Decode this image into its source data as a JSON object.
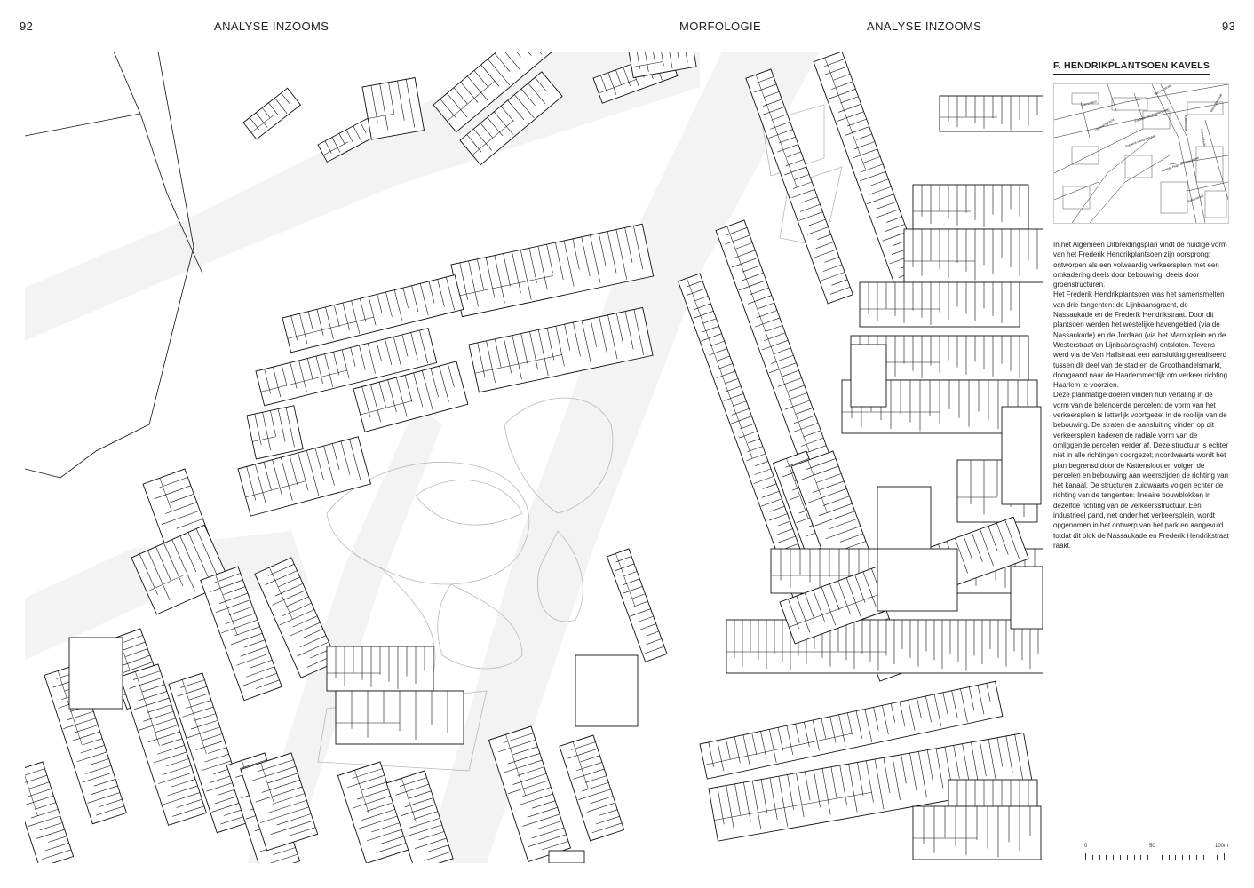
{
  "header": {
    "page_left": "92",
    "section_left": "ANALYSE INZOOMS",
    "center": "MORFOLOGIE",
    "section_right": "ANALYSE INZOOMS",
    "page_right": "93"
  },
  "sidebar": {
    "title": "F. HENDRIKPLANTSOEN KAVELS",
    "paragraphs": [
      "In het Algemeen Uitbreidingsplan vindt de huidige vorm van het Frederik Hendrikplantsoen zijn oorsprong: ontworpen als een volwaardig verkeersplein met een omkadering deels door bebouwing, deels door groenstructuren.",
      "Het Frederik Hendrikplantsoen was het samensmelten van drie tangenten: de Lijnbaansgracht, de Nassaukade en de Frederik Hendrikstraat. Door dit plantsoen werden het westelijke havengebied (via de Nassaukade) en de Jordaan (via het Marnixplein en de Westerstraat en Lijnbaansgracht) ontsloten. Tevens werd via de Van Hallstraat een aansluiting gerealiseerd tussen dit deel van de stad en de Groothandelsmarkt, doorgaand naar de Haarlemmerdijk om verkeer richting Haarlem te voorzien.",
      "Deze planmatige doelen vinden hun vertaling in de vorm van de belendende percelen: de vorm van het verkeersplein is letterlijk voortgezet in de rooilijn van de bebouwing. De straten die aansluiting vinden op dit verkeersplein kaderen de radiale vorm van de omliggende percelen verder af. Deze structuur is echter niet in alle richtingen doorgezet; noordwaarts wordt het plan begrensd door de Kattensloot en volgen de percelen en bebouwing aan weerszijden de richting van het kanaal. De structuren zuidwaarts volgen echter de richting van de tangenten: lineaire bouwblokken in dezelfde richting van de verkeersstructuur. Een industrieel pand, net onder het verkeersplein, wordt opgenomen in het ontwerp van het park en aangevuld totdat dit blok de Nassaukade en Frederik Hendrikstraat raakt."
    ],
    "inset_labels": [
      "Van Hallstraat",
      "Kattensloot",
      "Nassaukade",
      "Frederik Hendrikplantsoen",
      "Marnixplein",
      "Lijnbaansgracht",
      "Frederik Hendrikstraat",
      "Tweede Hugo de Grootstraat",
      "Kinkerstraat",
      "Bilderdijkstraat"
    ]
  },
  "scale": {
    "labels": [
      "0",
      "50",
      "100m"
    ]
  },
  "colors": {
    "building_stroke": "#111111",
    "building_fill": "#ffffff",
    "road_fill": "#f3f3f3",
    "park_stroke": "#b9b9b9"
  }
}
